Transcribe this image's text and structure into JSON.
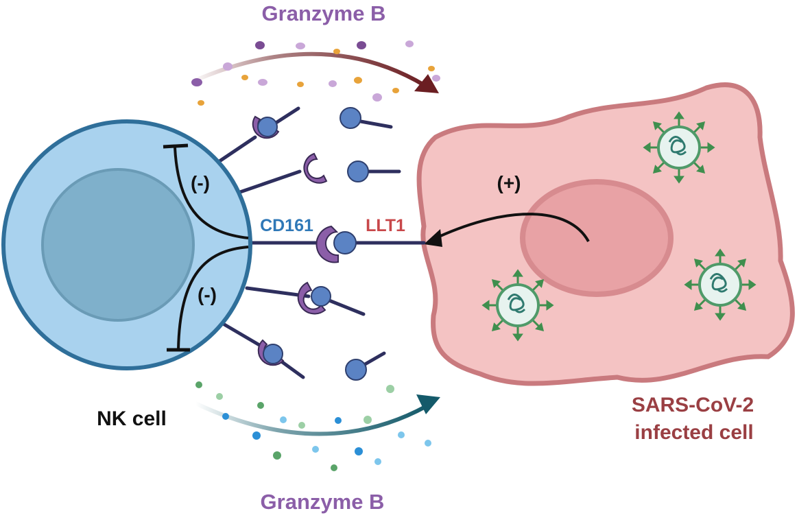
{
  "labels": {
    "granzyme_top": "Granzyme B",
    "granzyme_bottom": "Granzyme B",
    "cd161": "CD161",
    "llt1": "LLT1",
    "inhibition_top": "(-)",
    "inhibition_bottom": "(-)",
    "activation": "(+)",
    "nk_cell": "NK cell",
    "infected_cell_line1": "SARS-CoV-2",
    "infected_cell_line2": "infected cell"
  },
  "colors": {
    "nk_membrane": "#a9d2ee",
    "nk_border": "#2f6f9a",
    "nk_nucleus": "#7fb0cb",
    "infected_membrane": "#f4c3c3",
    "infected_border": "#c97a7e",
    "infected_nucleus": "#e8a2a5",
    "receptor_purple": "#8b5ea8",
    "ligand_blue": "#5b83c4",
    "granzyme_label": "#8b5ea8",
    "cd161_label": "#2f78b7",
    "llt1_label": "#c8474a",
    "infected_label": "#9a3f43",
    "top_arrow": "#6b1e22",
    "bottom_arrow": "#145a6a",
    "virus_green": "#3f8f4e"
  }
}
